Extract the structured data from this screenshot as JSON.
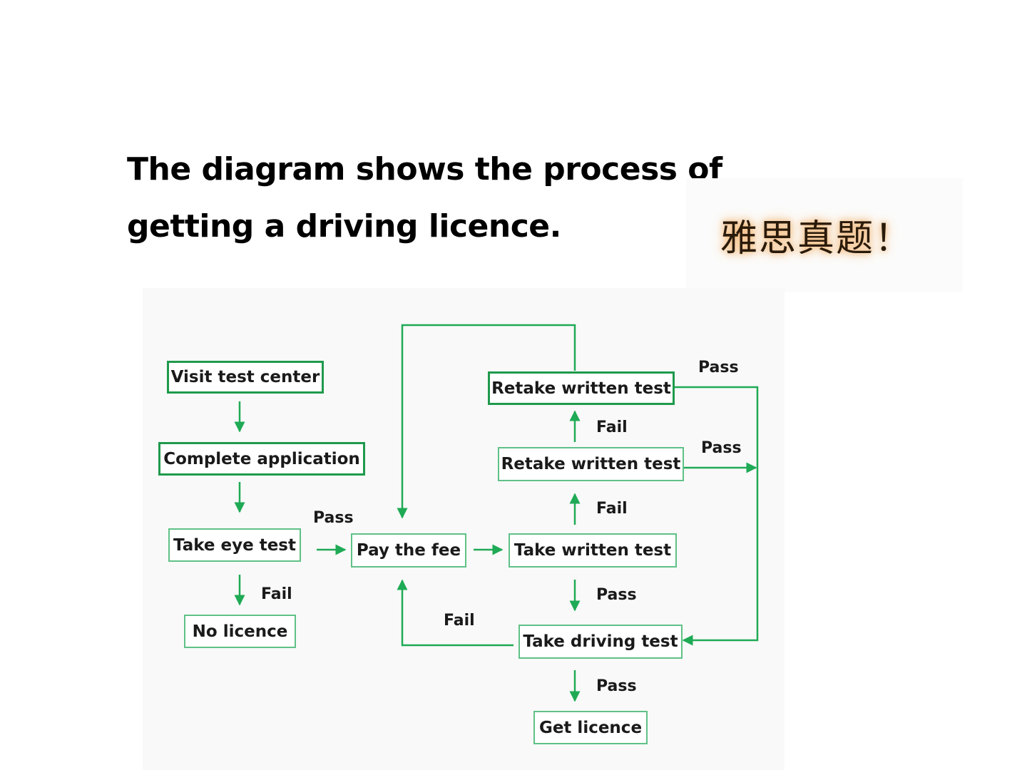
{
  "heading": {
    "line1": "The diagram shows the process of",
    "line2": "getting a driving licence."
  },
  "stamp": "雅思真题！",
  "colors": {
    "arrow": "#1faa55",
    "box_border_dark": "#1f9a4c",
    "box_border_light": "#5fc187",
    "stamp_glow": "#f3b879"
  },
  "flowchart": {
    "boxes": {
      "visit": "Visit test center",
      "complete": "Complete application",
      "eye": "Take eye test",
      "no_licence": "No licence",
      "pay": "Pay the fee",
      "written": "Take written test",
      "retake1": "Retake written test",
      "retake2": "Retake written test",
      "driving": "Take driving test",
      "get": "Get licence"
    },
    "labels": {
      "pass_eye": "Pass",
      "fail_eye": "Fail",
      "fail_retake1": "Fail",
      "fail_retake2": "Fail",
      "pass_retake1": "Pass",
      "pass_retake2": "Pass",
      "pass_written": "Pass",
      "fail_driving": "Fail",
      "pass_driving": "Pass"
    }
  }
}
